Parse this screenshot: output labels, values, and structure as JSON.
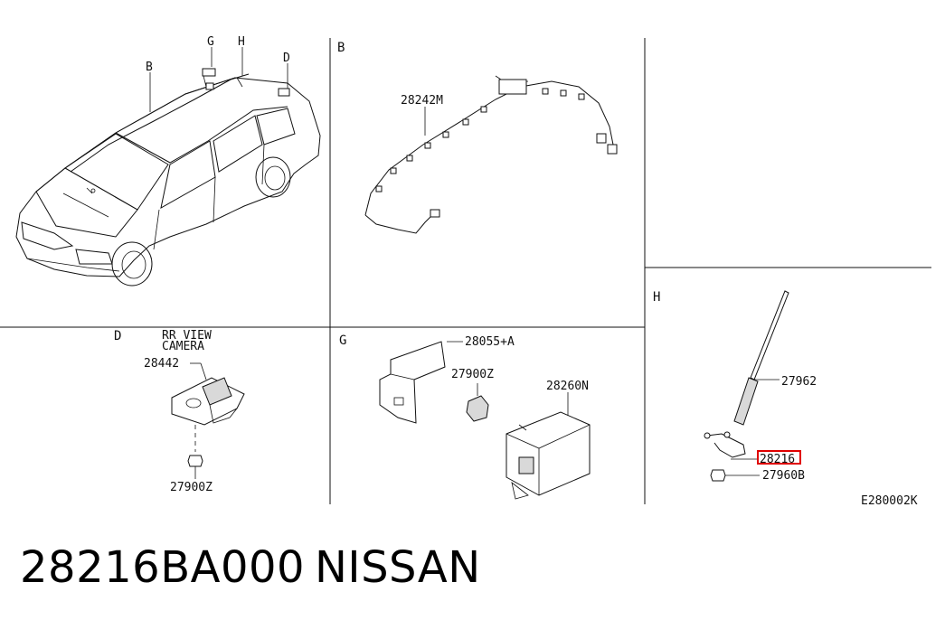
{
  "panels": {
    "main_callouts": {
      "b": "B",
      "g": "G",
      "h": "H",
      "d": "D"
    },
    "b": {
      "letter": "B",
      "harness_part": "28242M"
    },
    "d": {
      "letter": "D",
      "camera_title_1": "RR VIEW",
      "camera_title_2": "CAMERA",
      "camera_part": "28442",
      "nut_part": "27900Z"
    },
    "g": {
      "letter": "G",
      "bracket_part": "28055+A",
      "nut_part": "27900Z",
      "module_part": "28260N"
    },
    "h": {
      "letter": "H",
      "antenna_part": "27962",
      "cable_part": "28216",
      "nut_part": "27960B"
    }
  },
  "diagram_code": "E280002K",
  "footer": {
    "part_number": "28216BA000",
    "brand": "NISSAN"
  },
  "colors": {
    "highlight": "#e00000",
    "line": "#111111"
  }
}
